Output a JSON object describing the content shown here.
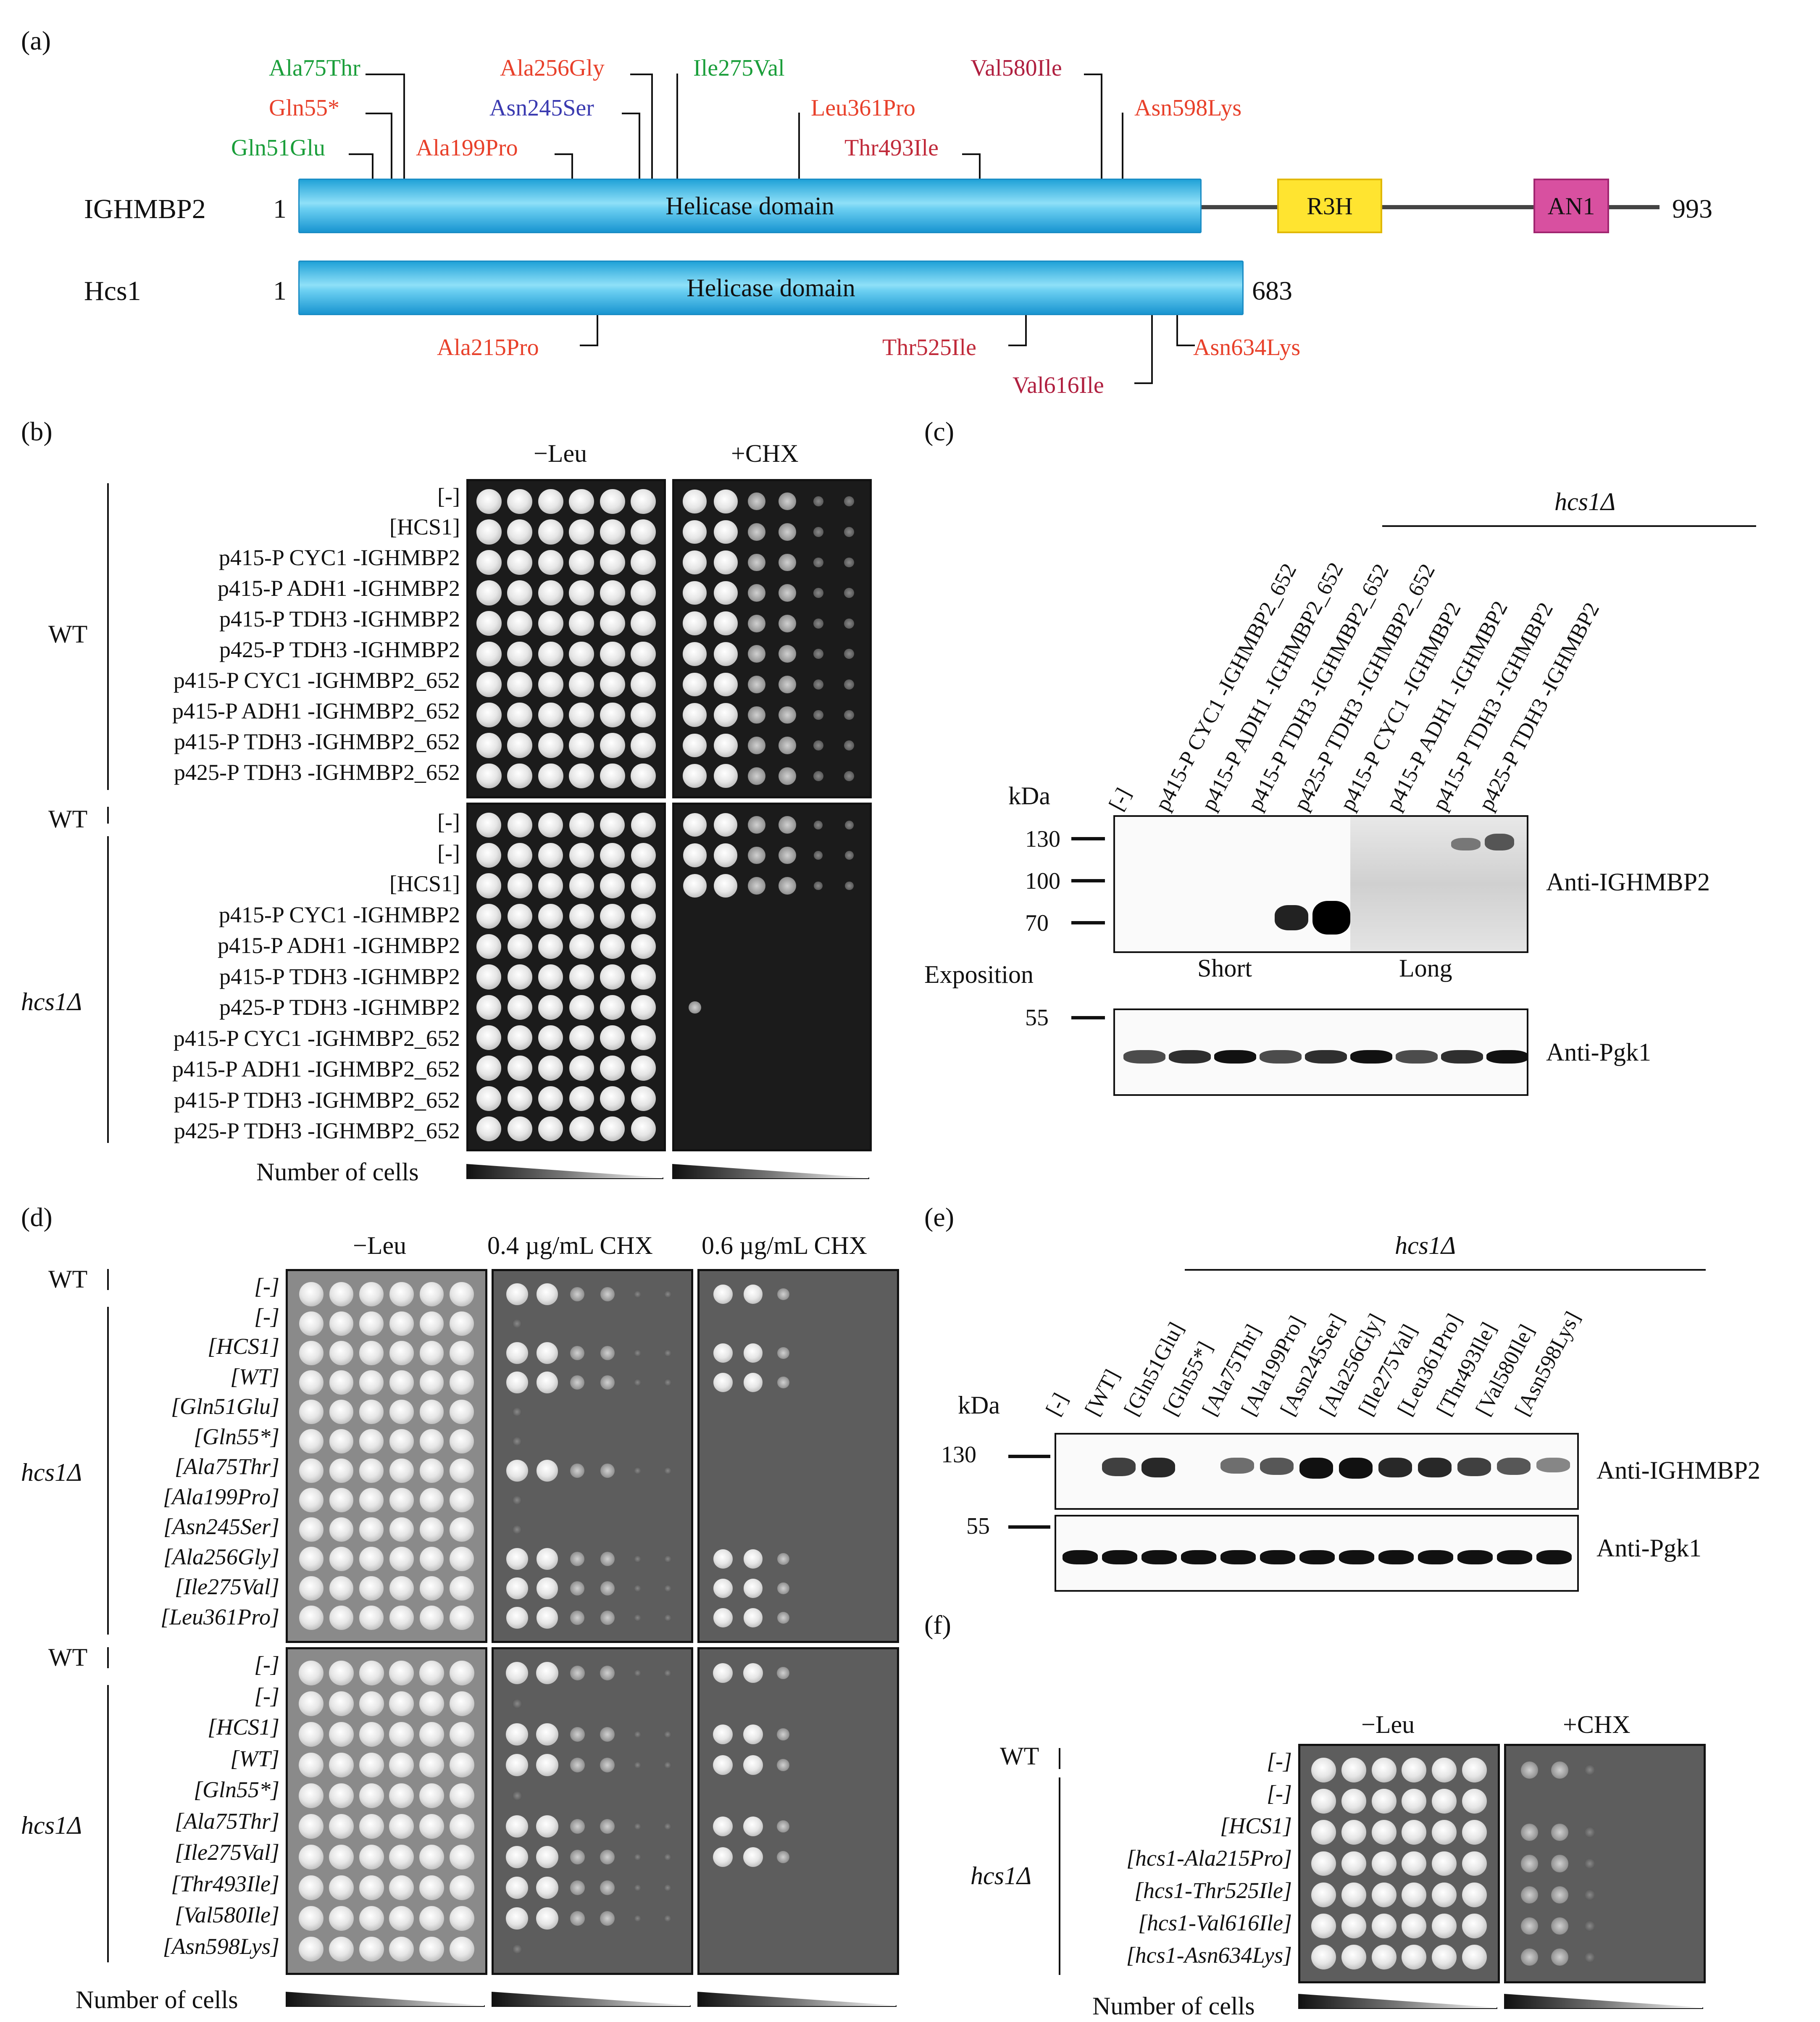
{
  "panels": {
    "a": "(a)",
    "b": "(b)",
    "c": "(c)",
    "d": "(d)",
    "e": "(e)",
    "f": "(f)"
  },
  "panel_a": {
    "ighmbp2": {
      "name": "IGHMBP2",
      "start": "1",
      "end": "993",
      "domain": "Helicase domain",
      "r3h": "R3H",
      "an1": "AN1"
    },
    "hcs1": {
      "name": "Hcs1",
      "start": "1",
      "end": "683",
      "domain": "Helicase domain"
    },
    "mutations_top": [
      {
        "label": "Ala75Thr",
        "color": "#1a9e3a"
      },
      {
        "label": "Gln55*",
        "color": "#e8402a"
      },
      {
        "label": "Gln51Glu",
        "color": "#1a9e3a"
      },
      {
        "label": "Ala199Pro",
        "color": "#e8402a"
      },
      {
        "label": "Ala256Gly",
        "color": "#e8402a"
      },
      {
        "label": "Asn245Ser",
        "color": "#3a3ab0"
      },
      {
        "label": "Ile275Val",
        "color": "#1a9e3a"
      },
      {
        "label": "Leu361Pro",
        "color": "#e8402a"
      },
      {
        "label": "Val580Ile",
        "color": "#b02040"
      },
      {
        "label": "Thr493Ile",
        "color": "#c02a3a"
      },
      {
        "label": "Asn598Lys",
        "color": "#e8402a"
      }
    ],
    "mutations_bottom": [
      {
        "label": "Ala215Pro",
        "color": "#e8402a"
      },
      {
        "label": "Thr525Ile",
        "color": "#c02a3a"
      },
      {
        "label": "Asn634Lys",
        "color": "#e8402a"
      },
      {
        "label": "Val616Ile",
        "color": "#b02040"
      }
    ]
  },
  "panel_b": {
    "col_leu": "−Leu",
    "col_chx": "+CHX",
    "group_wt": "WT",
    "group_wt2": "WT",
    "group_hcs": "hcs1Δ",
    "rows_top": [
      "[-]",
      "[HCS1]",
      "p415-P CYC1 -IGHMBP2",
      "p415-P ADH1 -IGHMBP2",
      "p415-P TDH3 -IGHMBP2",
      "p425-P TDH3 -IGHMBP2",
      "p415-P CYC1 -IGHMBP2_652",
      "p415-P ADH1 -IGHMBP2_652",
      "p415-P TDH3 -IGHMBP2_652",
      "p425-P TDH3 -IGHMBP2_652"
    ],
    "rows_bottom": [
      "[-]",
      "[-]",
      "[HCS1]",
      "p415-P CYC1 -IGHMBP2",
      "p415-P ADH1 -IGHMBP2",
      "p415-P TDH3 -IGHMBP2",
      "p425-P TDH3 -IGHMBP2",
      "p415-P CYC1 -IGHMBP2_652",
      "p415-P ADH1 -IGHMBP2_652",
      "p415-P TDH3 -IGHMBP2_652",
      "p425-P TDH3 -IGHMBP2_652"
    ],
    "number_of_cells": "Number of cells"
  },
  "panel_c": {
    "strain": "hcs1Δ",
    "kda": "kDa",
    "markers": [
      "130",
      "100",
      "70"
    ],
    "marker55": "55",
    "lanes": [
      "[-]",
      "p415-P CYC1 -IGHMBP2_652",
      "p415-P ADH1 -IGHMBP2_652",
      "p415-P TDH3 -IGHMBP2_652",
      "p425-P TDH3 -IGHMBP2_652",
      "p415-P CYC1 -IGHMBP2",
      "p415-P ADH1 -IGHMBP2",
      "p415-P TDH3 -IGHMBP2",
      "p425-P TDH3 -IGHMBP2"
    ],
    "anti1": "Anti-IGHMBP2",
    "anti2": "Anti-Pgk1",
    "exposition": "Exposition",
    "short": "Short",
    "long": "Long"
  },
  "panel_d": {
    "col1": "−Leu",
    "col2": "0.4 µg/mL CHX",
    "col3": "0.6 µg/mL CHX",
    "wt": "WT",
    "hcs": "hcs1Δ",
    "rows_top": [
      "[-]",
      "[-]",
      "[HCS1]",
      "[WT]",
      "[Gln51Glu]",
      "[Gln55*]",
      "[Ala75Thr]",
      "[Ala199Pro]",
      "[Asn245Ser]",
      "[Ala256Gly]",
      "[Ile275Val]",
      "[Leu361Pro]"
    ],
    "rows_bottom": [
      "[-]",
      "[-]",
      "[HCS1]",
      "[WT]",
      "[Gln55*]",
      "[Ala75Thr]",
      "[Ile275Val]",
      "[Thr493Ile]",
      "[Val580Ile]",
      "[Asn598Lys]"
    ],
    "number_of_cells": "Number of cells"
  },
  "panel_e": {
    "strain": "hcs1Δ",
    "kda": "kDa",
    "m130": "130",
    "m55": "55",
    "lanes": [
      "[-]",
      "[WT]",
      "[Gln51Glu]",
      "[Gln55*]",
      "[Ala75Thr]",
      "[Ala199Pro]",
      "[Asn245Ser]",
      "[Ala256Gly]",
      "[Ile275Val]",
      "[Leu361Pro]",
      "[Thr493Ile]",
      "[Val580Ile]",
      "[Asn598Lys]"
    ],
    "anti1": "Anti-IGHMBP2",
    "anti2": "Anti-Pgk1"
  },
  "panel_f": {
    "col_leu": "−Leu",
    "col_chx": "+CHX",
    "wt": "WT",
    "hcs": "hcs1Δ",
    "rows": [
      "[-]",
      "[-]",
      "[HCS1]",
      "[hcs1-Ala215Pro]",
      "[hcs1-Thr525Ile]",
      "[hcs1-Val616Ile]",
      "[hcs1-Asn634Lys]"
    ],
    "number_of_cells": "Number of cells"
  }
}
